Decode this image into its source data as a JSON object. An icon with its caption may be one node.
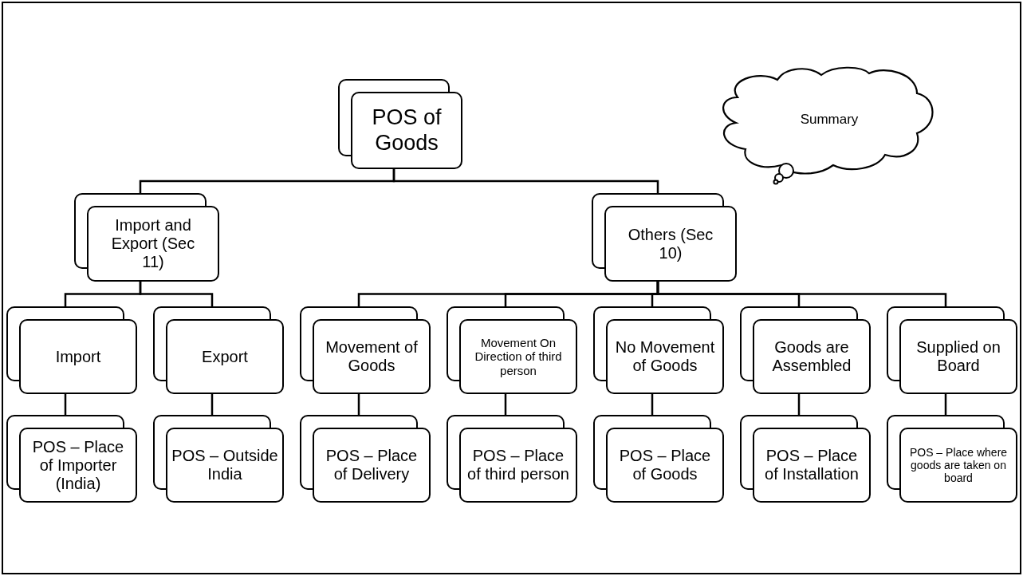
{
  "diagram": {
    "nodes": [
      {
        "text": [
          "POS of Goods"
        ]
      },
      {
        "text": [
          "Import and Export (Sec 11)"
        ]
      },
      {
        "text": [
          "Others (Sec 10)"
        ]
      },
      {
        "text": [
          "Import"
        ]
      },
      {
        "text": [
          "Export"
        ]
      },
      {
        "text": [
          "Movement of Goods"
        ]
      },
      {
        "text": [
          "Movement On Direction of third person"
        ]
      },
      {
        "text": [
          "No Movement of Goods"
        ]
      },
      {
        "text": [
          "Goods are Assembled"
        ]
      },
      {
        "text": [
          "Supplied on Board"
        ]
      },
      {
        "text": [
          "POS – Place of Importer (India)"
        ]
      },
      {
        "text": [
          "POS – Outside India"
        ]
      },
      {
        "text": [
          "POS – Place of Delivery"
        ]
      },
      {
        "text": [
          "POS – Place of third person"
        ]
      },
      {
        "text": [
          "POS – Place of Goods"
        ]
      },
      {
        "text": [
          "POS – Place of Installation"
        ]
      },
      {
        "text": [
          "POS – Place where goods are taken on board"
        ]
      },
      {
        "text": [
          "Summary"
        ]
      }
    ],
    "edges": [
      {
        "from": 0,
        "to": 1,
        "arrow": "none"
      },
      {
        "from": 0,
        "to": 2,
        "arrow": "none"
      },
      {
        "from": 1,
        "to": 3,
        "arrow": "none"
      },
      {
        "from": 1,
        "to": 4,
        "arrow": "none"
      },
      {
        "from": 2,
        "to": 5,
        "arrow": "none"
      },
      {
        "from": 2,
        "to": 6,
        "arrow": "none"
      },
      {
        "from": 2,
        "to": 7,
        "arrow": "none"
      },
      {
        "from": 2,
        "to": 8,
        "arrow": "none"
      },
      {
        "from": 2,
        "to": 9,
        "arrow": "none"
      },
      {
        "from": 3,
        "to": 10,
        "arrow": "none"
      },
      {
        "from": 4,
        "to": 11,
        "arrow": "none"
      },
      {
        "from": 5,
        "to": 12,
        "arrow": "none"
      },
      {
        "from": 6,
        "to": 13,
        "arrow": "none"
      },
      {
        "from": 7,
        "to": 14,
        "arrow": "none"
      },
      {
        "from": 8,
        "to": 15,
        "arrow": "none"
      },
      {
        "from": 9,
        "to": 16,
        "arrow": "none"
      }
    ]
  }
}
